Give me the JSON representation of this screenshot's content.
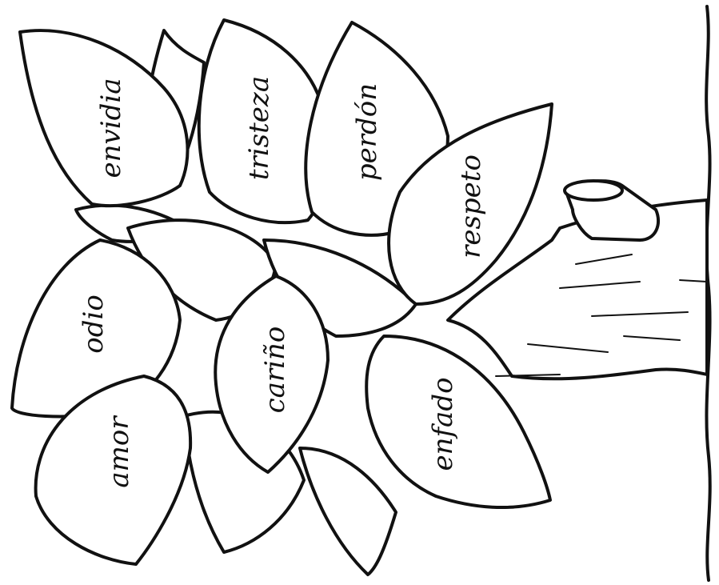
{
  "colors": {
    "ink": "#111111",
    "paper": "#ffffff"
  },
  "leaves": {
    "envidia": "envidia",
    "tristeza": "tristeza",
    "perdon": "perdón",
    "respeto": "respeto",
    "odio": "odio",
    "carino": "cariño",
    "amor": "amor",
    "enfado": "enfado"
  }
}
